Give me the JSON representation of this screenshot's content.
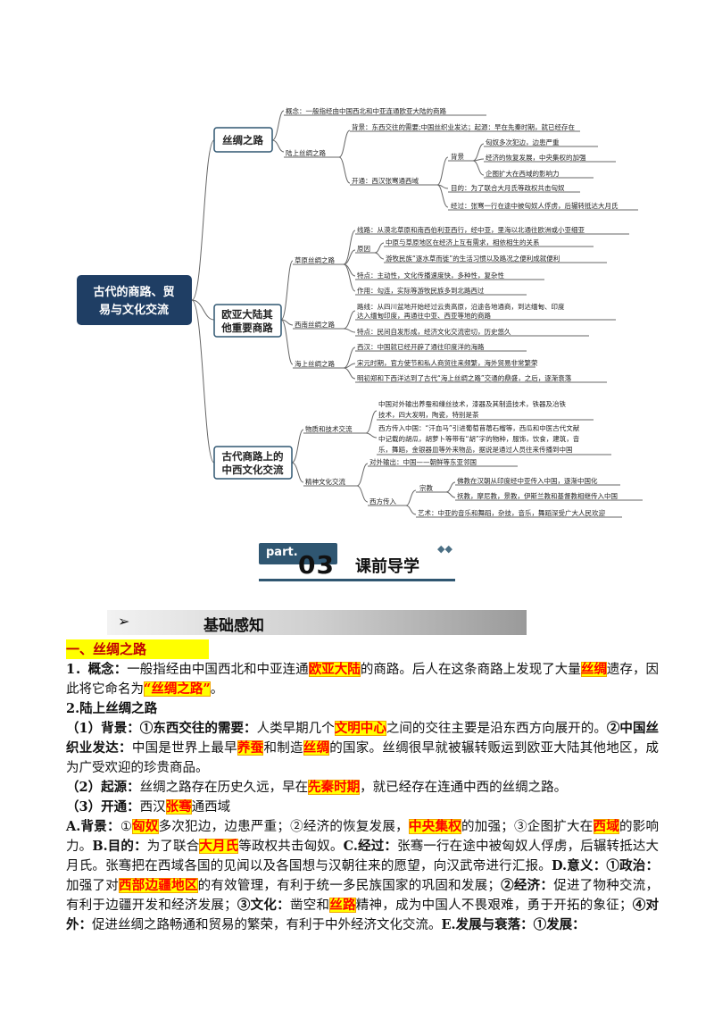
{
  "mindmap": {
    "root": "古代的商路、贸易与文化交流",
    "root_line1": "古代的商路、贸",
    "root_line2": "易与文化交流",
    "b1": "丝绸之路",
    "b2_line1": "欧亚大陆其",
    "b2_line2": "他重要商路",
    "b3_line1": "古代商路上的",
    "b3_line2": "中西文化交流",
    "b1_concept": "概念：一般指经由中国西北和中亚连通欧亚大陆的商路",
    "b1_land": "陆上丝绸之路",
    "b1_bg": "背景：东西交往的需要;中国丝织业发达；起源：早在先秦时期，就已经存在",
    "b1_open": "开通：西汉张骞通西域",
    "b1_bg2": "背景",
    "b1_bg2_1": "匈奴多次犯边，边患严重",
    "b1_bg2_2": "经济的恢复发展，中央集权的加强",
    "b1_bg2_3": "企图扩大在西域的影响力",
    "b1_purpose": "目的：为了联合大月氏等政权共击匈奴",
    "b1_pass": "经过：张骞一行在途中被匈奴人俘虏，后辗转抵达大月氏",
    "b2_grass": "草原丝绸之路",
    "b2_g_route": "线路：从漠北草原和南西伯利亚西行，经中亚，里海以北通往欧洲或小亚细亚",
    "b2_g_reason": "原因",
    "b2_g_r1": "中原与草原地区在经济上互有需求，相依相生的关系",
    "b2_g_r2": "游牧民族“逐水草而徙”的生活习惯以及路况之便利成就便利",
    "b2_g_feat": "特点：主动性，文化传播速度快，多种性，复杂性",
    "b2_g_role": "作用：勾连，实际等游牧民族多到北路西过",
    "b2_sw": "西南丝绸之路",
    "b2_sw_route1": "路线：从四川盆地开始经过云贵高原，沿途各地通商，到达缅甸、印度",
    "b2_sw_route2": "达入缅甸印度，再通往中亚、西亚等地的商路",
    "b2_sw_feat": "特点：民间自发形成，经济文化交流密切，历史悠久",
    "b2_sea": "海上丝绸之路",
    "b2_sea_1": "西汉：中国就已经开辟了通往印度洋的海路",
    "b2_sea_2": "宋元时期，官方使节和私人商贸往来频繁，海外贸易非常繁荣",
    "b2_sea_3": "明初郑和下西洋达到了古代“海上丝绸之路”交通的鼎盛，之后，逐渐衰落",
    "b3_goods": "物质和技术交流",
    "b3_goods_1a": "中国对外输出养蚕和缫丝技术，漆器及其制造技术，铁器及冶铁",
    "b3_goods_1b": "技术，四大发明，陶瓷，特别是茶",
    "b3_goods_2a": "西方传入中国：“汗血马”引进葡萄苜蓿石榴等，西瓜和中医古代文献",
    "b3_goods_2b": "中记载的胡瓜，胡萝卜等带有“胡”字的物种，服饰，饮食，建筑，音",
    "b3_goods_2c": "乐，舞蹈，金银器皿等外来物品，据说是通过人员往来传播到中国",
    "b3_spirit": "精神文化交流",
    "b3_sp_out": "对外输出：中国——朝鲜等东亚邻国",
    "b3_sp_in": "西方传入",
    "b3_sp_rel": "宗教",
    "b3_sp_rel1": "佛教在汉朝从印度经中亚传入中国，逐渐中国化",
    "b3_sp_rel2": "祆教，摩尼教，景教，伊斯兰教和基督教相继传入中国",
    "b3_sp_art": "艺术：中亚的音乐和舞蹈，杂技，音乐，舞蹈深受广大人民欢迎"
  },
  "banner": {
    "tab": "part.",
    "number": "03",
    "title": "课前导学"
  },
  "section": {
    "arrow": "➢",
    "label": "基础感知"
  },
  "body": {
    "h1": "一、丝绸之路",
    "p1_a": "1．概念：",
    "p1_b": "一般指经由中国西北和中亚连通",
    "p1_hl1": "欧亚大陆",
    "p1_c": "的商路。后人在这条商路上发现了大量",
    "p1_hl2": "丝绸",
    "p1_d": "遗存，因此将它命名为",
    "p1_hl3": "“丝绸之路”",
    "p1_e": "。",
    "h2": "2.陆上丝绸之路",
    "p2_a": "（1）背景：①东西交往的需要：",
    "p2_b": "人类早期几个",
    "p2_hl1": "文明中心",
    "p2_c": "之间的交往主要是沿东西方向展开的。",
    "p2_d": "②中国丝织业发达：",
    "p2_e": "中国是世界上最早",
    "p2_hl2": "养蚕",
    "p2_f": "和制造",
    "p2_hl3": "丝绸",
    "p2_g": "的国家。丝绸很早就被辗转贩运到欧亚大陆其他地区，成为广受欢迎的珍贵商品。",
    "p3_a": "（2）起源：",
    "p3_b": "丝绸之路存在历史久远，早在",
    "p3_hl": "先秦时期",
    "p3_c": "，就已经存在连通中西的丝绸之路。",
    "p4_a": "（3）开通：",
    "p4_b": "西汉",
    "p4_hl": "张骞",
    "p4_c": "通西域",
    "p5_a": "A.背景：",
    "p5_b": "①",
    "p5_hl1": "匈奴",
    "p5_c": "多次犯边，边患严重；②经济的恢复发展，",
    "p5_hl2": "中央集权",
    "p5_d": "的加强；③企图扩大在",
    "p5_hl3": "西域",
    "p5_e": "的影响力。",
    "p5_f": "B.目的：",
    "p5_g": "为了联合",
    "p5_hl4": "大月氏",
    "p5_h": "等政权共击匈奴。",
    "p5_i": "C.经过：",
    "p5_j": "张骞一行在途中被匈奴人俘虏，后辗转抵达大月氏。张骞把在西域各国的见闻以及各国想与汉朝往来的愿望，向汉武帝进行汇报。",
    "p5_k": "D.意义：①政治：",
    "p5_l": "加强了对",
    "p5_hl5": "西部边疆地区",
    "p5_m": "的有效管理，有利于统一多民族国家的巩固和发展；",
    "p5_n": "②经济：",
    "p5_o": "促进了物种交流，有利于边疆开发和经济发展；",
    "p5_p": "③文化：",
    "p5_q": "凿空和",
    "p5_hl6": "丝路",
    "p5_r": "精神，成为中国人不畏艰难，勇于开拓的象征；",
    "p5_s": "④对外：",
    "p5_t": "促进丝绸之路畅通和贸易的繁荣，有利于中外经济文化交流。",
    "p5_u": "E.发展与衰落：①发展："
  },
  "colors": {
    "root_fill": "#1f3e64",
    "node_border": "#2f5671",
    "line": "#666666",
    "highlight": "#ffff00",
    "highlight_text": "#ff0000"
  }
}
